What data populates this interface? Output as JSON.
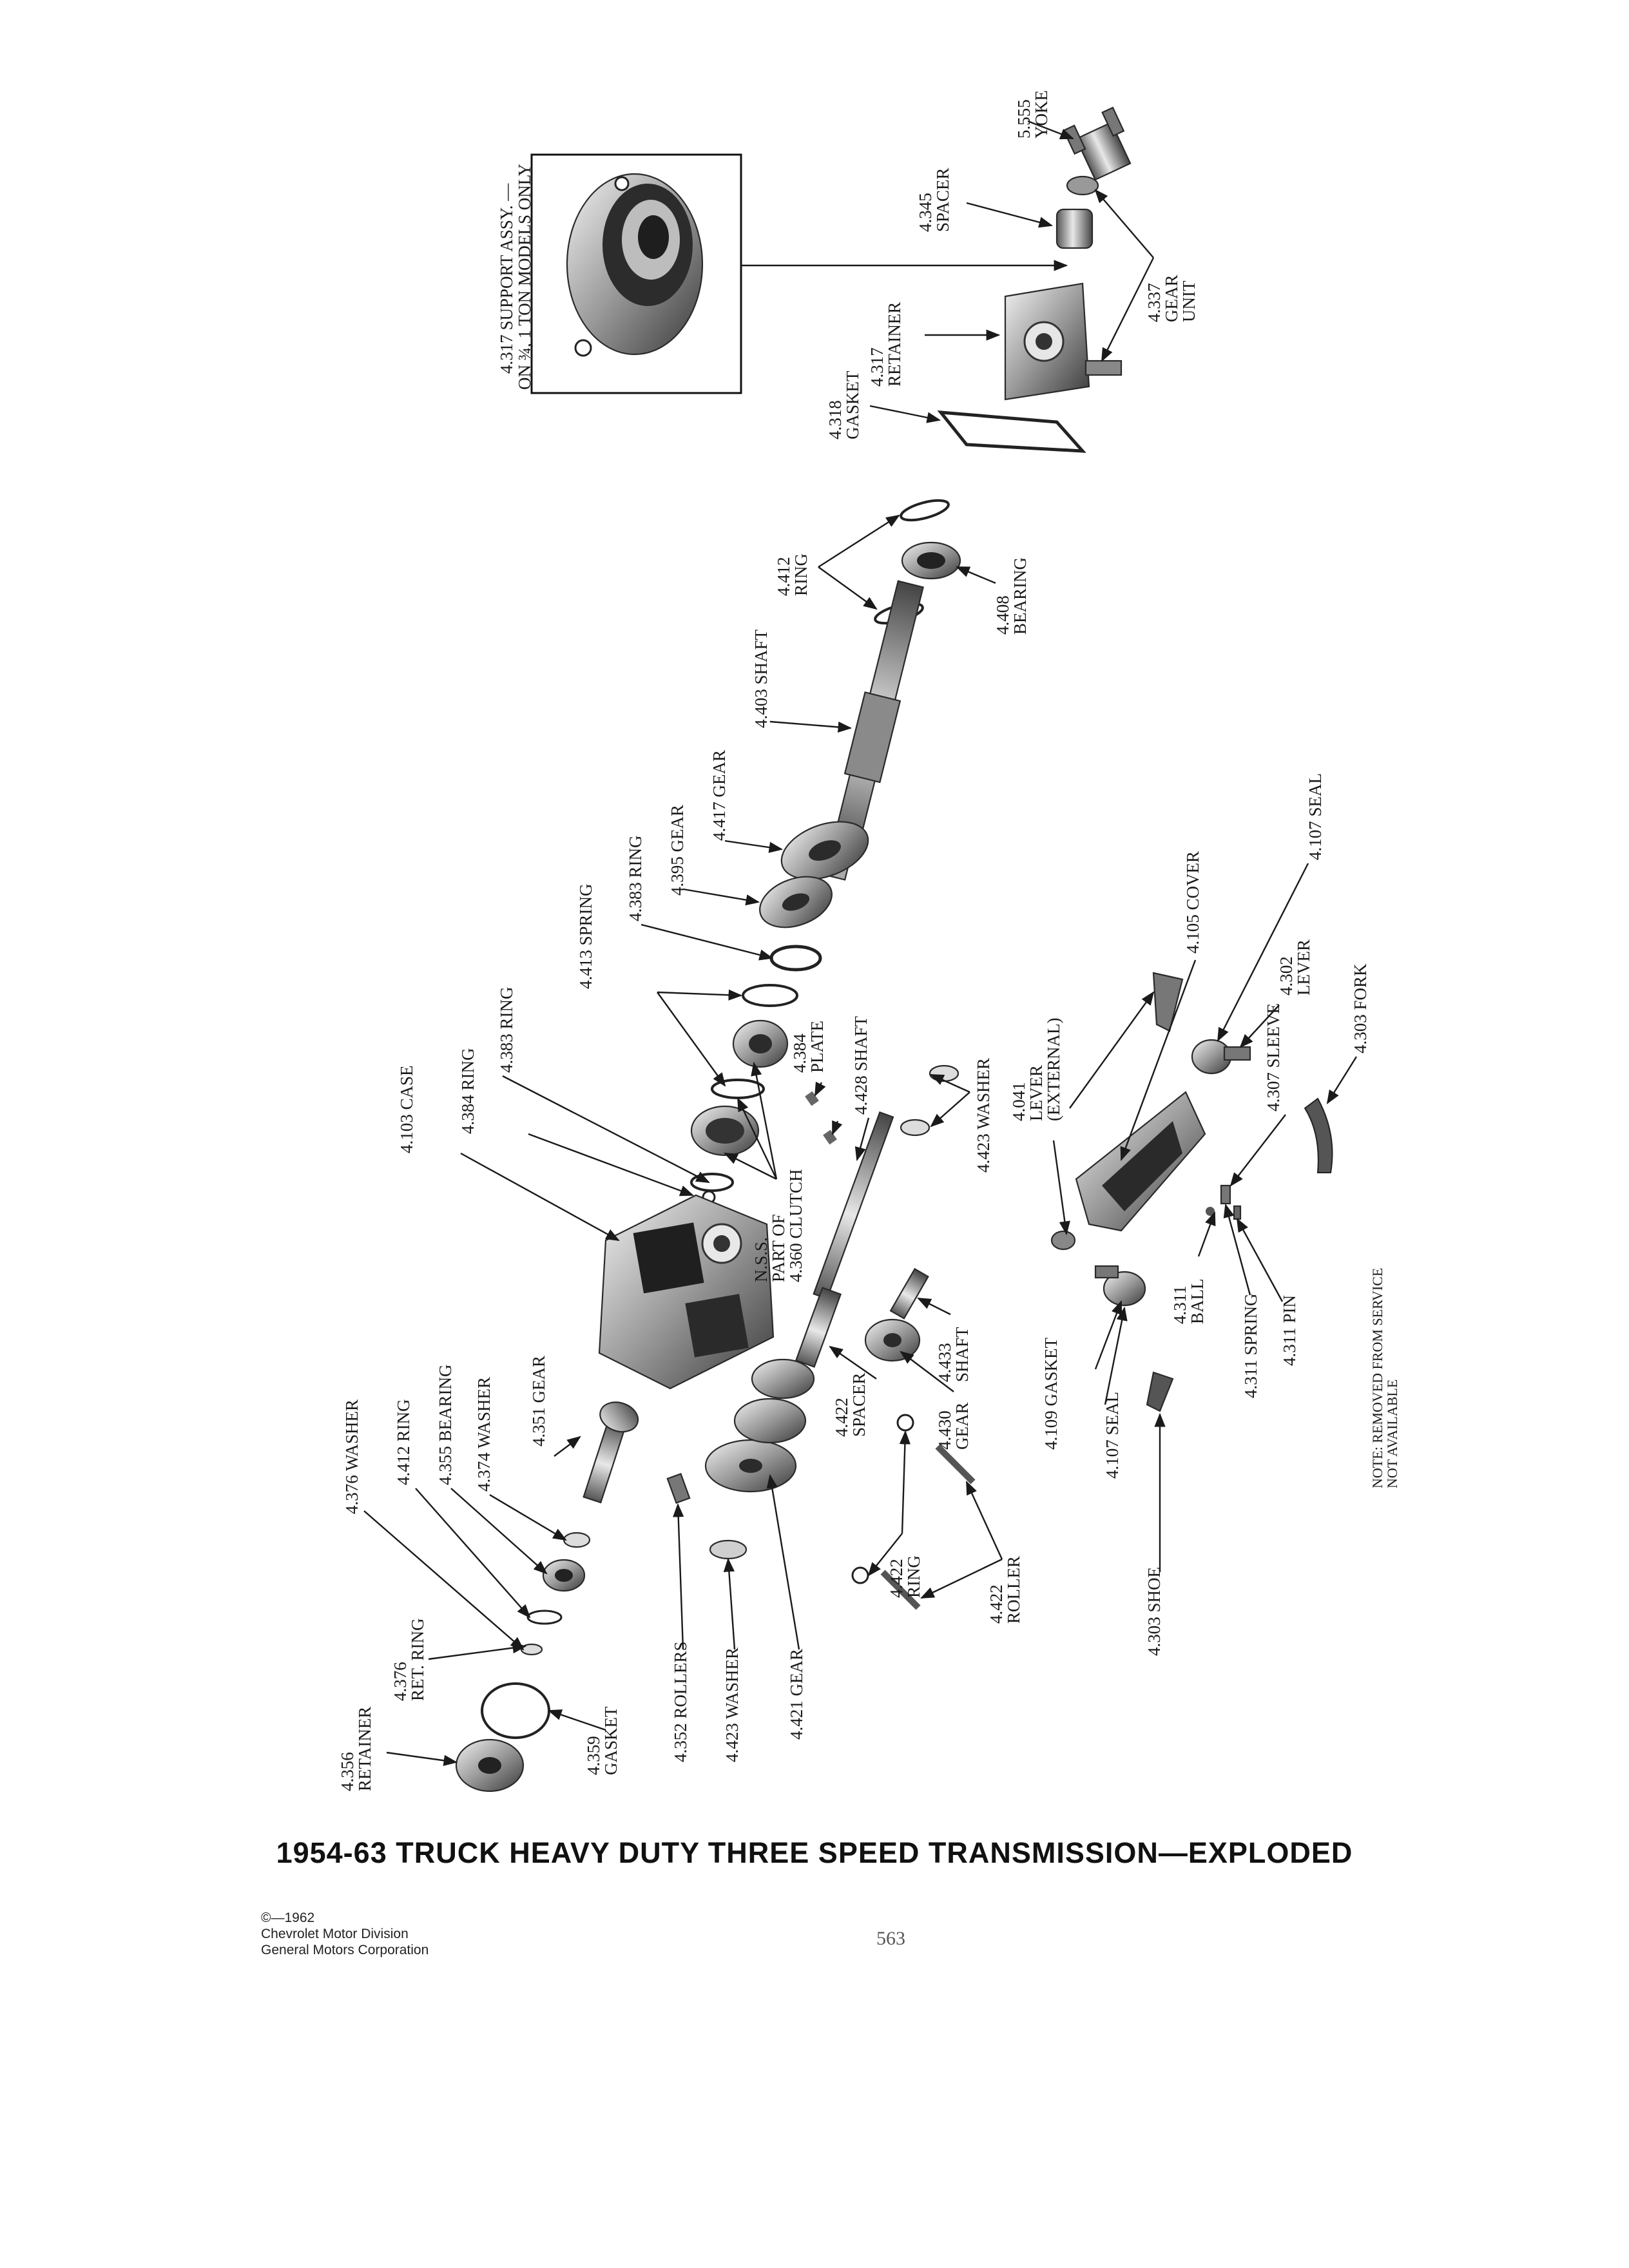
{
  "title": "1954-63 TRUCK HEAVY DUTY THREE SPEED TRANSMISSION—EXPLODED",
  "copyright": [
    "©—1962",
    "Chevrolet Motor Division",
    "General Motors Corporation"
  ],
  "page_number": "563",
  "inset": {
    "caption_line1": "4.317 SUPPORT ASSY. —",
    "caption_line2": "ON ¾, 1 TON MODELS ONLY"
  },
  "note": [
    "NOTE: REMOVED FROM SERVICE",
    "NOT AVAILABLE"
  ],
  "labels": [
    [
      "5.555",
      "YOKE"
    ],
    [
      "4.345",
      "SPACER"
    ],
    [
      "4.337",
      "GEAR",
      "UNIT"
    ],
    [
      "4.317",
      "RETAINER"
    ],
    [
      "4.318",
      "GASKET"
    ],
    [
      "4.412",
      "RING"
    ],
    [
      "4.408",
      "BEARING"
    ],
    [
      "4.403 SHAFT"
    ],
    [
      "4.417 GEAR"
    ],
    [
      "4.395 GEAR"
    ],
    [
      "4.383 RING"
    ],
    [
      "4.413 SPRING"
    ],
    [
      "4.384",
      "PLATE"
    ],
    [
      "4.428 SHAFT"
    ],
    [
      "4.383 RING"
    ],
    [
      "4.384 RING"
    ],
    [
      "4.103 CASE"
    ],
    [
      "N.S.S.",
      "PART OF",
      "4.360 CLUTCH"
    ],
    [
      "4.423 WASHER"
    ],
    [
      "4.041",
      "LEVER",
      "(EXTERNAL)"
    ],
    [
      "4.105 COVER"
    ],
    [
      "4.107 SEAL"
    ],
    [
      "4.302",
      "LEVER"
    ],
    [
      "4.303 FORK"
    ],
    [
      "4.307 SLEEVE"
    ],
    [
      "4.311",
      "BALL"
    ],
    [
      "4.311 SPRING"
    ],
    [
      "4.311 PIN"
    ],
    [
      "4.109 GASKET"
    ],
    [
      "4.107 SEAL"
    ],
    [
      "4.303 SHOE"
    ],
    [
      "4.433",
      "SHAFT"
    ],
    [
      "4.430",
      "GEAR"
    ],
    [
      "4.422",
      "SPACER"
    ],
    [
      "4.422",
      "RING"
    ],
    [
      "4.422",
      "ROLLER"
    ],
    [
      "4.421 GEAR"
    ],
    [
      "4.423 WASHER"
    ],
    [
      "4.352 ROLLERS"
    ],
    [
      "4.359",
      "GASKET"
    ],
    [
      "4.376",
      "RET. RING"
    ],
    [
      "4.356",
      "RETAINER"
    ],
    [
      "4.376 WASHER"
    ],
    [
      "4.412 RING"
    ],
    [
      "4.355 BEARING"
    ],
    [
      "4.374 WASHER"
    ],
    [
      "4.351 GEAR"
    ]
  ]
}
